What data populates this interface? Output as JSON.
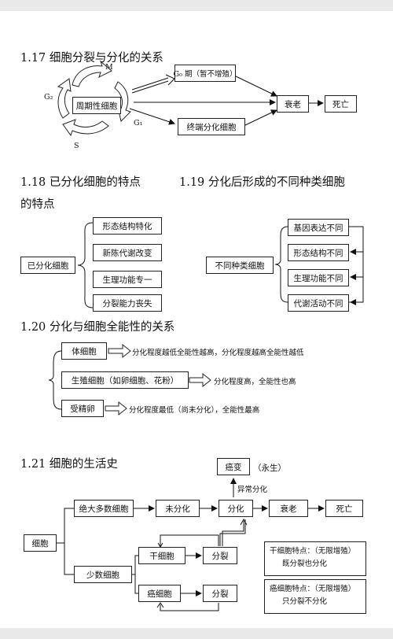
{
  "s117": {
    "title": "1.17 细胞分裂与分化的关系",
    "cycle": "周期性细胞",
    "m": "M",
    "g2": "G₂",
    "g1": "G₁",
    "s": "S",
    "g0": "G₀ 期（暂不增殖）",
    "terminal": "终端分化细胞",
    "aging": "衰老",
    "death": "死亡"
  },
  "s118": {
    "title_line1": "1.18 已分化细胞的特点",
    "title_line2": "的特点",
    "root": "已分化细胞",
    "items": [
      "形态结构特化",
      "新陈代谢改变",
      "生理功能专一",
      "分裂能力丧失"
    ]
  },
  "s119": {
    "title": "1.19 分化后形成的不同种类细胞",
    "root": "不同种类细胞",
    "items": [
      "基因表达不同",
      "形态结构不同",
      "生理功能不同",
      "代谢活动不同"
    ]
  },
  "s120": {
    "title": "1.20 分化与细胞全能性的关系",
    "rows": [
      {
        "box": "体细胞",
        "text": "分化程度越低全能性越高，分化程度越高全能性越低"
      },
      {
        "box": "生殖细胞（如卵细胞、花粉）",
        "text": "分化程度高，全能性也高"
      },
      {
        "box": "受精卵",
        "text": "分化程度最低（尚未分化），全能性最高"
      }
    ]
  },
  "s121": {
    "title": "1.21 细胞的生活史",
    "cell": "细胞",
    "majority": "绝大多数细胞",
    "undiff": "未分化",
    "differentiate": "分化",
    "aging": "衰老",
    "death": "死亡",
    "cancer_change": "癌变",
    "immortal": "（永生）",
    "abnormal": "异常分化",
    "minority": "少数细胞",
    "stem": "干细胞",
    "divide1": "分裂",
    "cancer_cell": "癌细胞",
    "divide2": "分裂",
    "note1": [
      "干细胞特点：（无限增殖）",
      "既分裂也分化"
    ],
    "note2": [
      "癌细胞特点：（无限增殖）",
      "只分裂不分化"
    ]
  }
}
